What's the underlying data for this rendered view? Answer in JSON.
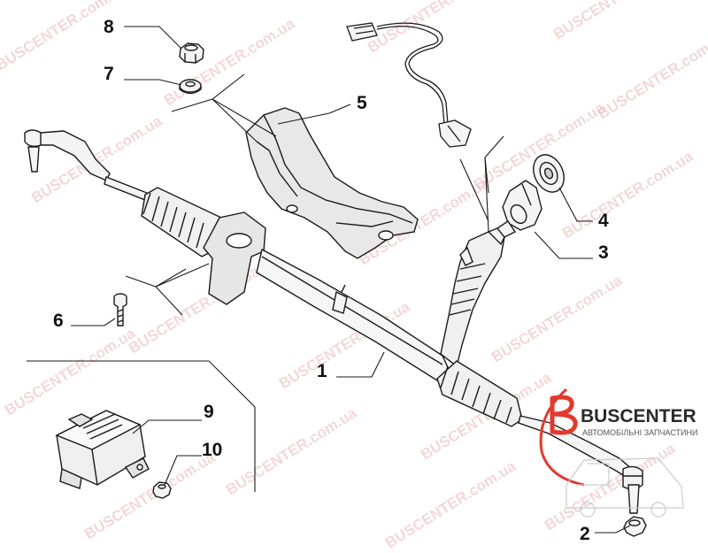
{
  "diagram": {
    "callouts": [
      {
        "id": "1",
        "label": "1"
      },
      {
        "id": "2",
        "label": "2"
      },
      {
        "id": "3",
        "label": "3"
      },
      {
        "id": "4",
        "label": "4"
      },
      {
        "id": "5",
        "label": "5"
      },
      {
        "id": "6",
        "label": "6"
      },
      {
        "id": "7",
        "label": "7"
      },
      {
        "id": "8",
        "label": "8"
      },
      {
        "id": "9",
        "label": "9"
      },
      {
        "id": "10",
        "label": "10"
      }
    ]
  },
  "watermark": {
    "text": "BUSCENTER.com.ua"
  },
  "logo": {
    "name": "BUSCENTER",
    "tagline": "АВТОМОБІЛЬНІ ЗАПЧАСТИНИ",
    "accent_color": "#e23a2e"
  },
  "colors": {
    "line": "#1a1a1a",
    "part_fill": "#f4f4f4",
    "shield_fill": "#e6e6e6"
  }
}
